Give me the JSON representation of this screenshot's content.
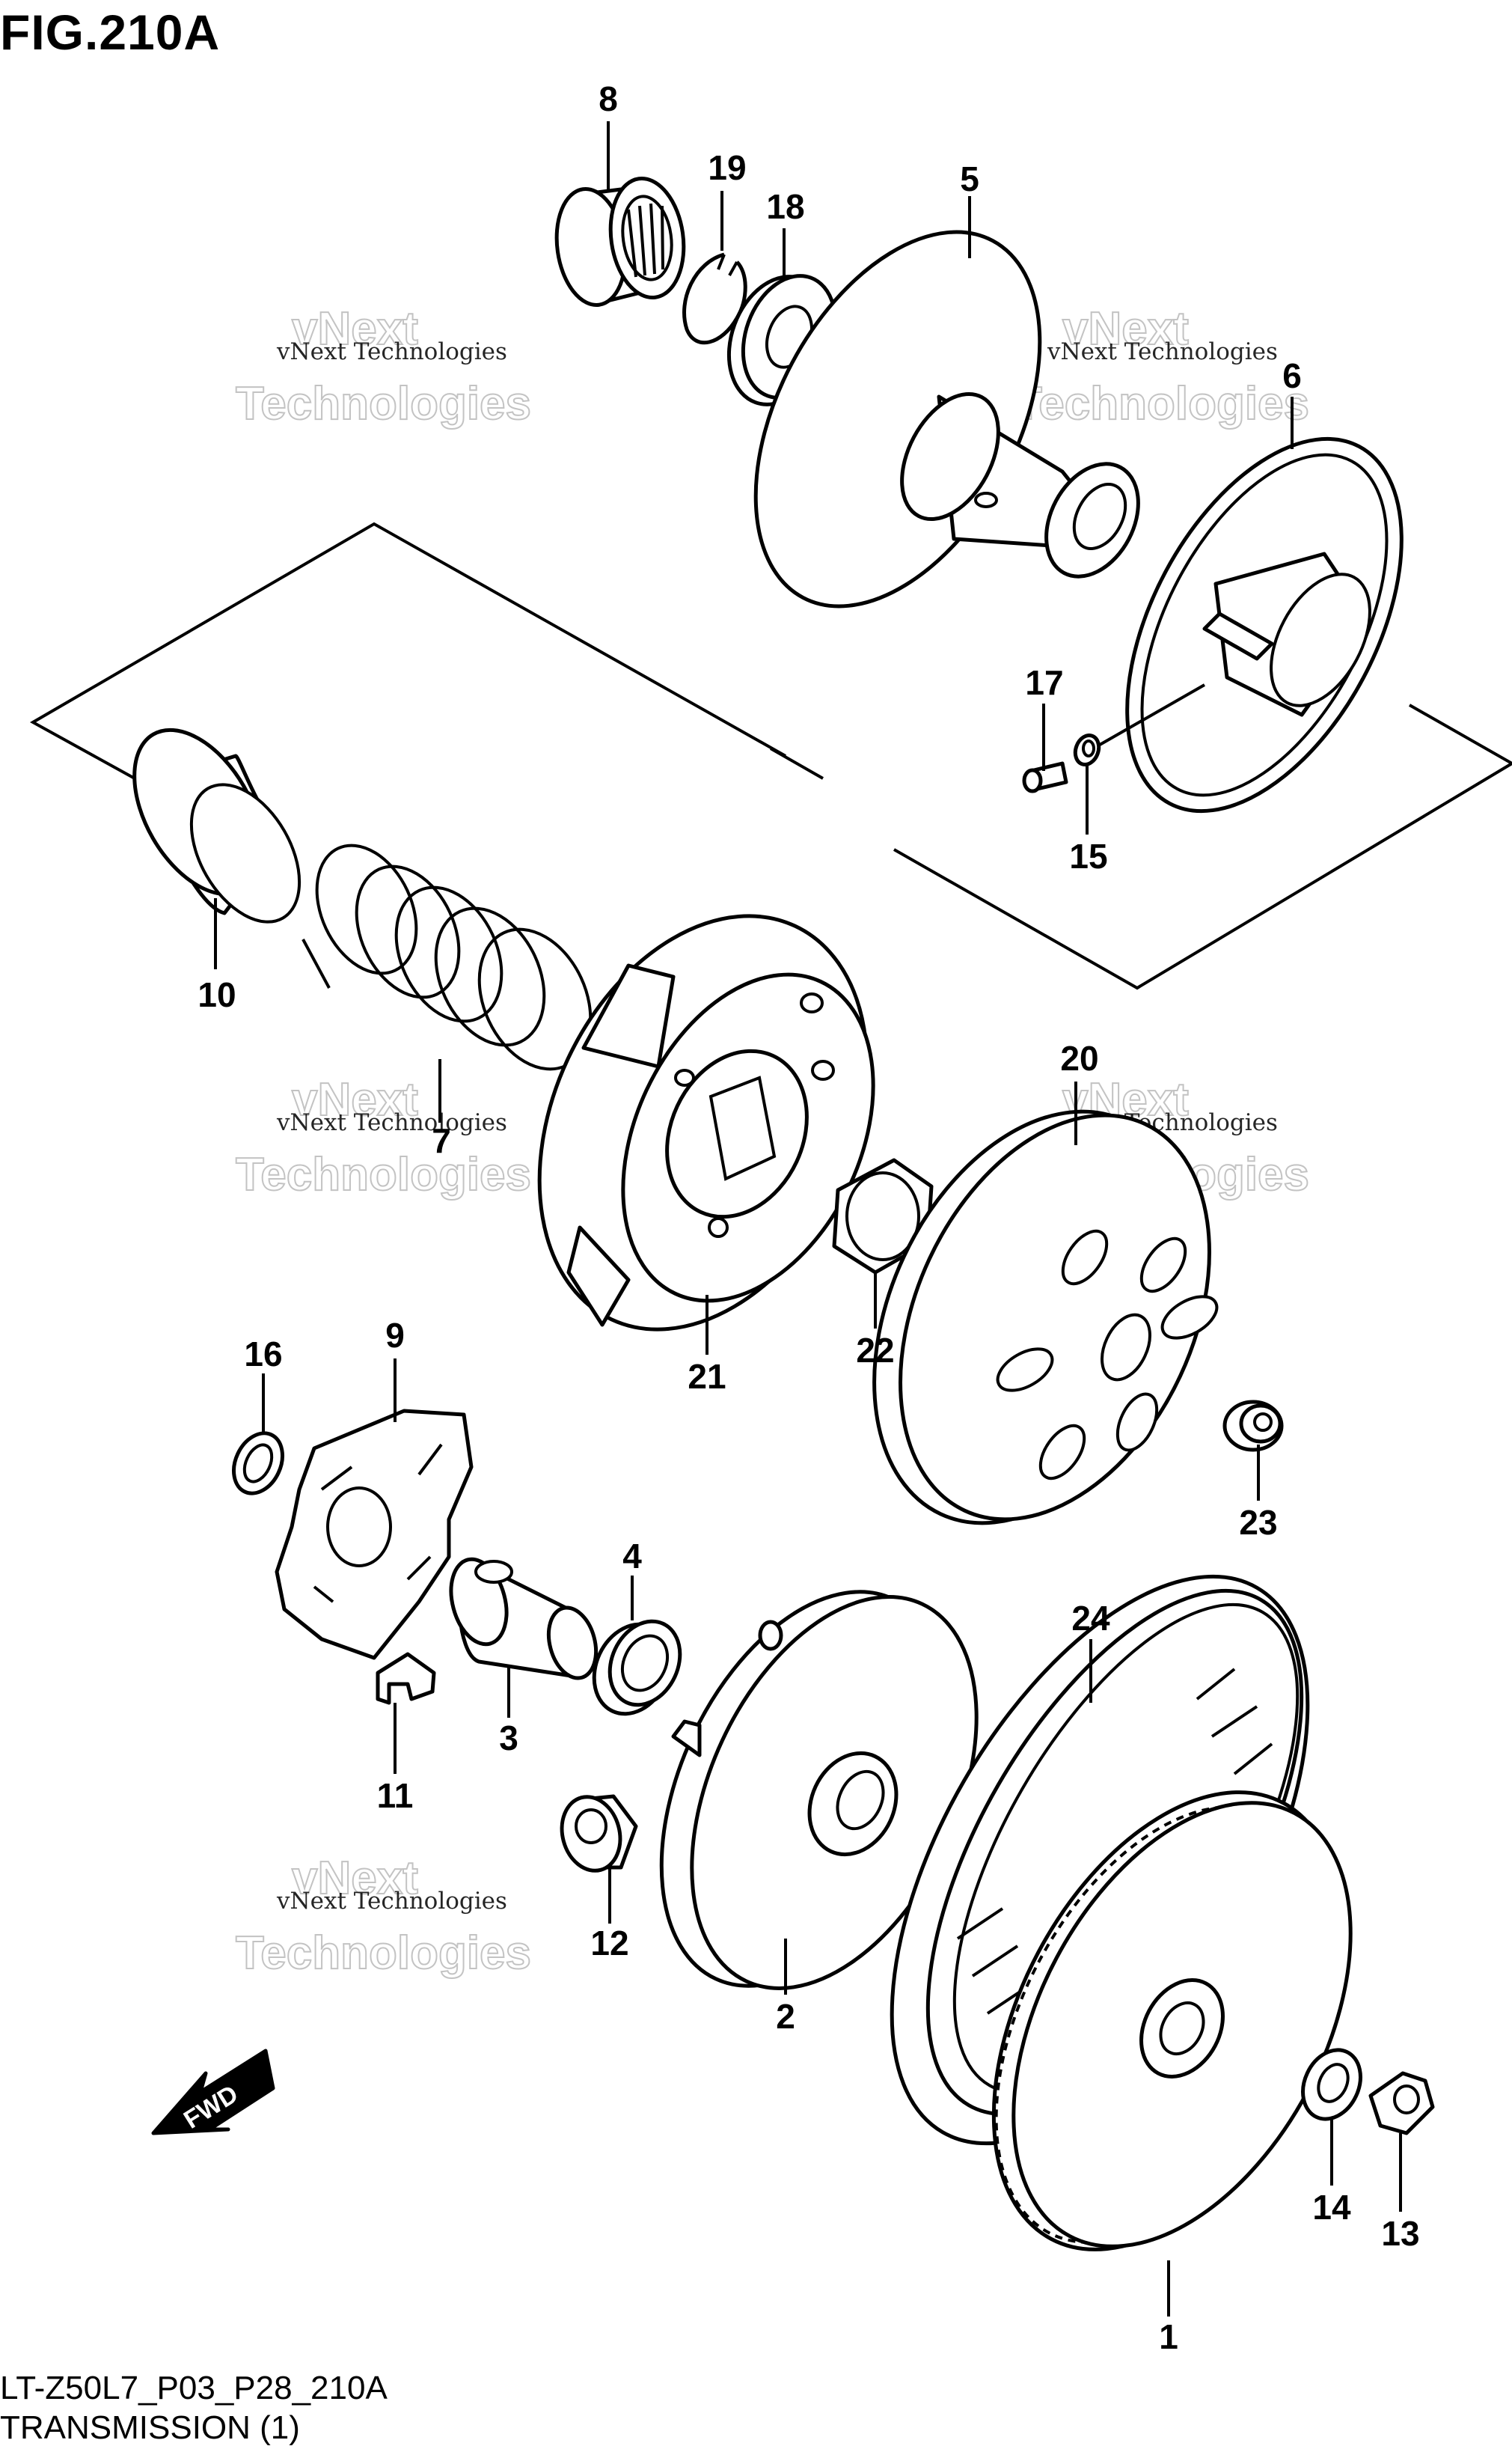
{
  "figure": {
    "title": "FIG.210A",
    "model_code": "LT-Z50L7_P03_P28_210A",
    "section_name": "TRANSMISSION (1)"
  },
  "watermark": {
    "small_text": "vNext Technologies",
    "large_line1": "vNext",
    "large_line2": "Technologies"
  },
  "fwd_label": "FWD",
  "callouts": {
    "p1": "1",
    "p2": "2",
    "p3": "3",
    "p4": "4",
    "p5": "5",
    "p6": "6",
    "p7": "7",
    "p8": "8",
    "p9": "9",
    "p10": "10",
    "p11": "11",
    "p12": "12",
    "p13": "13",
    "p14": "14",
    "p15": "15",
    "p16": "16",
    "p17": "17",
    "p18": "18",
    "p19": "19",
    "p20": "20",
    "p21": "21",
    "p22": "22",
    "p23": "23",
    "p24": "24"
  },
  "colors": {
    "line": "#000000",
    "background": "#ffffff",
    "watermark": "#aaaaaa"
  }
}
